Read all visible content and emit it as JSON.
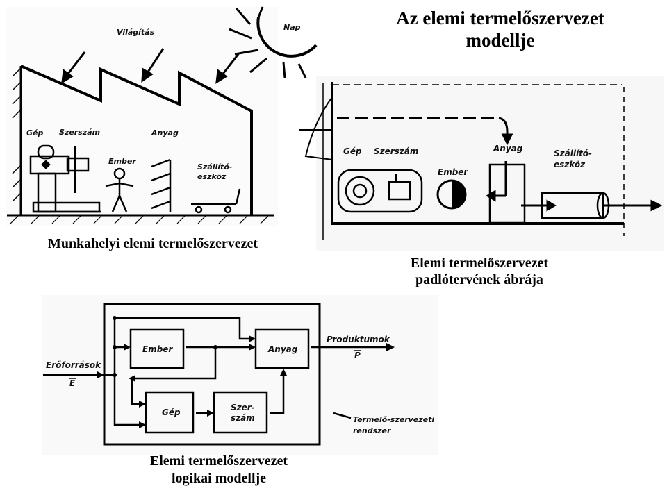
{
  "title": {
    "line1": "Az elemi termelőszervezet",
    "line2": "modellje"
  },
  "workplace": {
    "caption": "Munkahelyi elemi termelőszervezet",
    "labels": {
      "lighting": "Világítás",
      "sun": "Nap",
      "machine": "Gép",
      "tool": "Szerszám",
      "material": "Anyag",
      "person": "Ember",
      "transport_1": "Szállító-",
      "transport_2": "eszköz"
    }
  },
  "floorplan": {
    "caption_1": "Elemi termelőszervezet",
    "caption_2": "padlótervének ábrája",
    "labels": {
      "machine": "Gép",
      "tool": "Szerszám",
      "material": "Anyag",
      "person": "Ember",
      "transport_1": "Szállító-",
      "transport_2": "eszköz"
    }
  },
  "logical": {
    "caption_1": "Elemi termelőszervezet",
    "caption_2": "logikai modellje",
    "labels": {
      "person": "Ember",
      "material": "Anyag",
      "machine": "Gép",
      "tool_1": "Szer-",
      "tool_2": "szám",
      "resources": "Erőforrások",
      "resources_vec": "E",
      "products": "Produktumok",
      "products_vec": "P",
      "system_1": "Termelő-szervezeti",
      "system_2": "rendszer"
    }
  }
}
